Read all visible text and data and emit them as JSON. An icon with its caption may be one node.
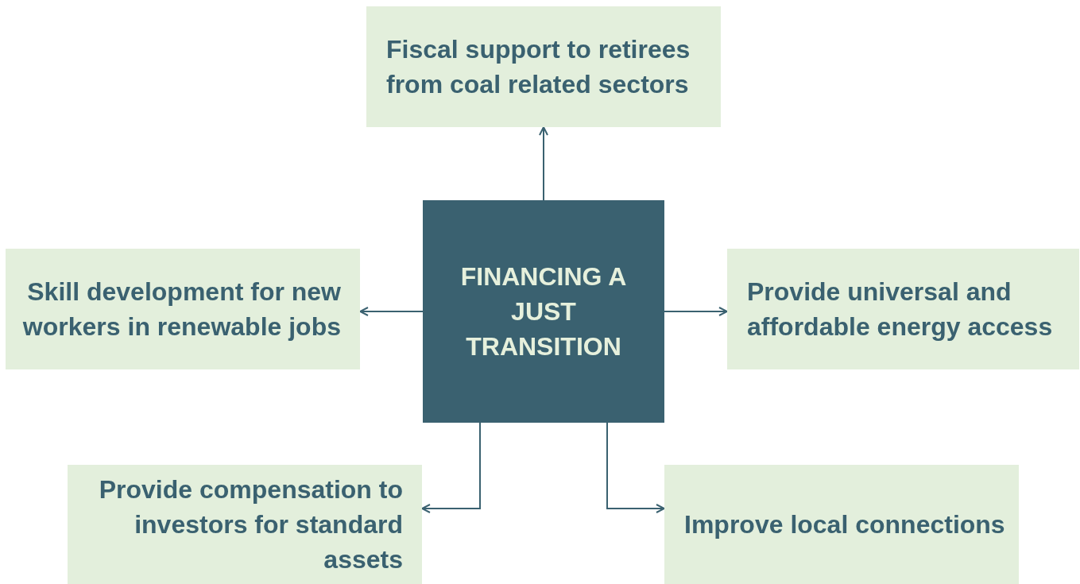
{
  "diagram": {
    "nodes": [
      {
        "text": [
          "FINANCING A JUST TRANSITION"
        ]
      },
      {
        "text": [
          "Fiscal support to retirees from coal related sectors"
        ]
      },
      {
        "text": [
          "Skill development for new workers in renewable jobs"
        ]
      },
      {
        "text": [
          "Provide universal and affordable energy access"
        ]
      },
      {
        "text": [
          "Provide compensation to investors for standard assets"
        ]
      },
      {
        "text": [
          "Improve local connections"
        ]
      }
    ],
    "edges": [
      {
        "from": 0,
        "to": 1,
        "arrow": "to"
      },
      {
        "from": 0,
        "to": 2,
        "arrow": "to"
      },
      {
        "from": 0,
        "to": 3,
        "arrow": "to"
      },
      {
        "from": 0,
        "to": 4,
        "arrow": "to"
      },
      {
        "from": 0,
        "to": 5,
        "arrow": "to"
      }
    ]
  }
}
